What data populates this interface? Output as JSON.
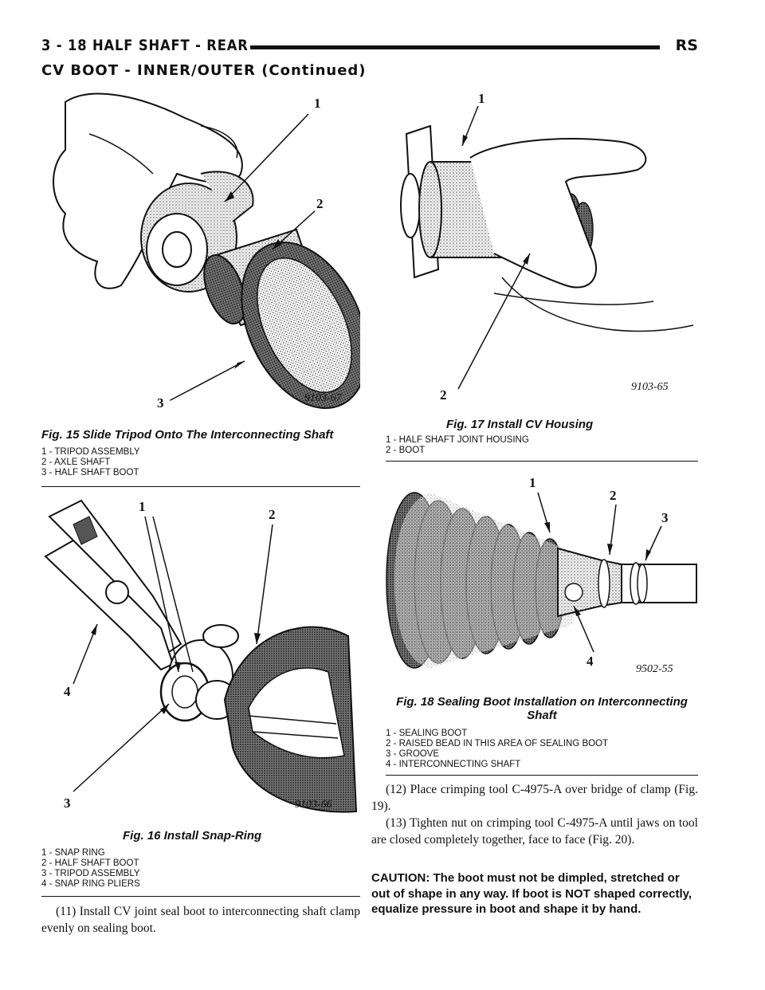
{
  "header": {
    "section": "3 - 18    HALF SHAFT - REAR",
    "brand": "RS"
  },
  "continued_title": "CV BOOT - INNER/OUTER (Continued)",
  "fig15": {
    "caption": "Fig. 15 Slide Tripod Onto The Interconnecting Shaft",
    "code": "9103-67",
    "callouts": [
      "1",
      "2",
      "3"
    ],
    "legend": [
      "1 - TRIPOD ASSEMBLY",
      "2 - AXLE SHAFT",
      "3 - HALF SHAFT BOOT"
    ]
  },
  "fig16": {
    "caption": "Fig. 16 Install Snap-Ring",
    "code": "9103-66",
    "callouts": [
      "1",
      "2",
      "3",
      "4"
    ],
    "legend": [
      "1 - SNAP RING",
      "2 - HALF SHAFT BOOT",
      "3 - TRIPOD ASSEMBLY",
      "4 - SNAP RING PLIERS"
    ]
  },
  "fig17": {
    "caption": "Fig. 17 Install CV Housing",
    "code": "9103-65",
    "callouts": [
      "1",
      "2"
    ],
    "legend": [
      "1 - HALF SHAFT JOINT HOUSING",
      "2 - BOOT"
    ]
  },
  "fig18": {
    "caption_line1": "Fig. 18 Sealing Boot Installation on Interconnecting",
    "caption_line2": "Shaft",
    "code": "9502-55",
    "callouts": [
      "1",
      "2",
      "3",
      "4"
    ],
    "legend": [
      "1 - SEALING BOOT",
      "2 - RAISED BEAD IN THIS AREA OF SEALING BOOT",
      "3 - GROOVE",
      "4 - INTERCONNECTING SHAFT"
    ]
  },
  "steps": {
    "s11": "(11) Install CV joint seal boot to interconnecting shaft clamp evenly on sealing boot.",
    "s12": "(12) Place crimping tool C-4975-A over bridge of clamp (Fig. 19).",
    "s13": "(13) Tighten nut on crimping tool C-4975-A until jaws on tool are closed completely together, face to face (Fig. 20)."
  },
  "caution": "CAUTION: The boot must not be dimpled, stretched or out of shape in any way. If boot is NOT shaped correctly, equalize pressure in boot and shape it by hand."
}
